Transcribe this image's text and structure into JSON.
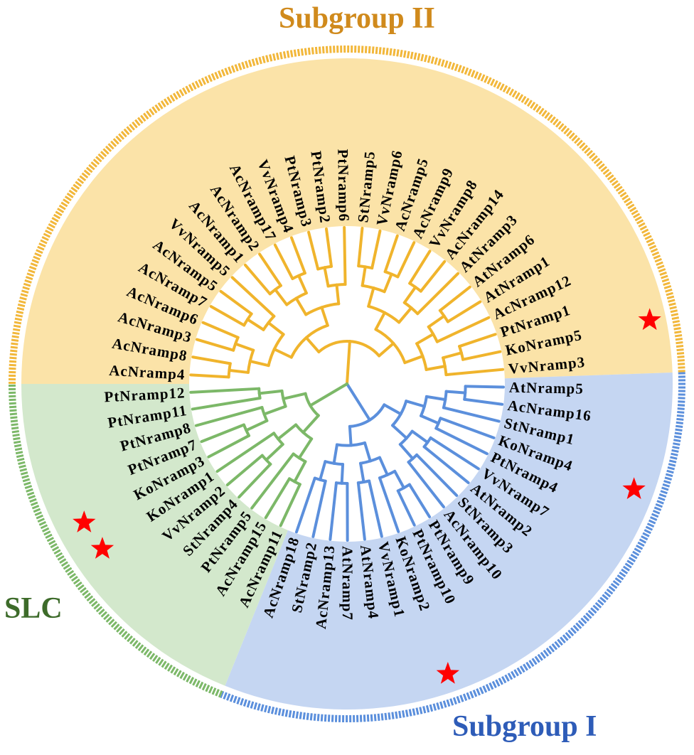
{
  "diagram": {
    "type": "circular-phylogenetic-tree",
    "center_marker_color": "#ff0000",
    "groups": [
      {
        "id": "sg2",
        "title": "Subgroup II",
        "title_color": "#d08a1c",
        "fill": "#fbe3a8",
        "branch_color": "#f0b42c",
        "ring_color": "#f2b73a",
        "leaves": [
          "AcNramp4",
          "AcNramp8",
          "AcNramp3",
          "AcNramp6",
          "AcNramp7",
          "AcNramp5",
          "VvNramp5",
          "AcNramp1",
          "AcNramp2",
          "AcNramp17",
          "VvNramp4",
          "PtNramp3",
          "PtNramp2",
          "PtNramp6",
          "StNramp5",
          "VvNramp6",
          "AcNramp5",
          "AcNramp9",
          "VvNramp8",
          "AcNramp14",
          "AtNramp3",
          "AtNramp6",
          "AtNramp1",
          "AcNramp12",
          "PtNramp1",
          "KoNramp5",
          "VvNramp3"
        ],
        "starred": [
          "KoNramp5"
        ]
      },
      {
        "id": "sg1",
        "title": "Subgroup I",
        "title_color": "#2e5cb8",
        "fill": "#c5d6f2",
        "branch_color": "#5b8fdc",
        "ring_color": "#5b8fdc",
        "leaves": [
          "AtNramp5",
          "AcNramp16",
          "StNramp1",
          "KoNramp4",
          "PtNramp4",
          "VvNramp7",
          "AtNramp2",
          "StNramp3",
          "AcNramp10",
          "PtNramp9",
          "PtNramp10",
          "KoNramp2",
          "VvNramp1",
          "AtNramp4",
          "AtNramp7",
          "AcNramp13",
          "StNramp2",
          "AcNramp18"
        ],
        "starred": [
          "KoNramp4",
          "KoNramp2"
        ]
      },
      {
        "id": "slc",
        "title": "SLC",
        "title_color": "#3d6b2a",
        "fill": "#d3e8cc",
        "branch_color": "#7cb868",
        "ring_color": "#7cb868",
        "leaves": [
          "AcNramp11",
          "AcNramp15",
          "PtNramp5",
          "StNramp4",
          "VvNramp2",
          "KoNramp1",
          "KoNramp3",
          "PtNramp7",
          "PtNramp8",
          "PtNramp11",
          "PtNramp12"
        ],
        "starred": [
          "KoNramp1",
          "KoNramp3"
        ]
      }
    ]
  }
}
